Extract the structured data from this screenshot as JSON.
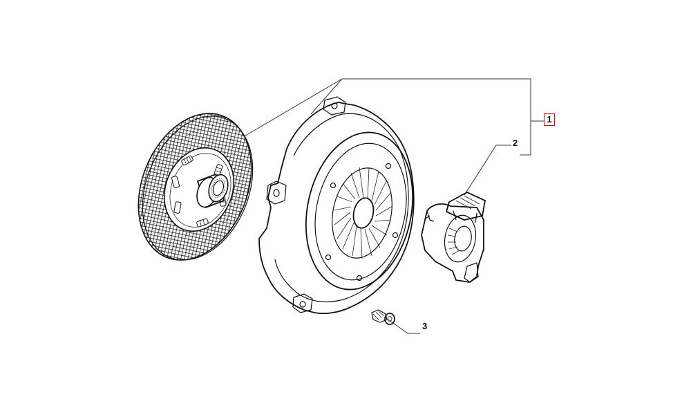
{
  "callouts": {
    "item_1": "1",
    "item_2": "2",
    "item_3": "3"
  },
  "colors": {
    "line": "#111111",
    "highlight_box": "#d01010",
    "background": "#ffffff"
  }
}
